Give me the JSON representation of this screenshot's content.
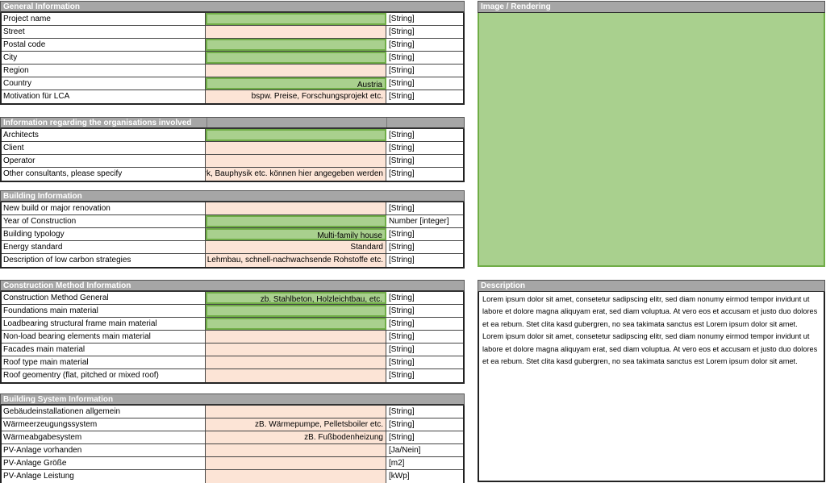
{
  "sections": {
    "general": {
      "title": "General Information",
      "rows": [
        {
          "label": "Project name",
          "value": "",
          "type": "[String]"
        },
        {
          "label": "Street",
          "value": "",
          "type": "[String]"
        },
        {
          "label": "Postal code",
          "value": "",
          "type": "[String]"
        },
        {
          "label": "City",
          "value": "",
          "type": "[String]"
        },
        {
          "label": "Region",
          "value": "",
          "type": "[String]"
        },
        {
          "label": "Country",
          "value": "Austria",
          "type": "[String]"
        },
        {
          "label": "Motivation für LCA",
          "value": "bspw. Preise, Forschungsprojekt etc.",
          "type": "[String]"
        }
      ]
    },
    "organisations": {
      "title": "Information regarding the organisations involved",
      "rows": [
        {
          "label": "Architects",
          "value": "",
          "type": "[String]"
        },
        {
          "label": "Client",
          "value": "",
          "type": "[String]"
        },
        {
          "label": "Operator",
          "value": "",
          "type": "[String]"
        },
        {
          "label": "Other consultants, please specify",
          "value": "z.B. Tragwerk, Bauphysik etc. können hier angegeben werden",
          "type": "[String]"
        }
      ]
    },
    "building": {
      "title": "Building Information",
      "rows": [
        {
          "label": "New build or major renovation",
          "value": "",
          "type": "[String]"
        },
        {
          "label": "Year of Construction",
          "value": "",
          "type": "Number [integer]"
        },
        {
          "label": "Building typology",
          "value": "Multi-family house",
          "type": "[String]"
        },
        {
          "label": "Energy standard",
          "value": "Standard",
          "type": "[String]"
        },
        {
          "label": "Description of low carbon strategies",
          "value": "z.B. Holzbau, Lehmbau, schnell-nachwachsende Rohstoffe etc.",
          "type": "[String]"
        }
      ]
    },
    "construction": {
      "title": "Construction Method Information",
      "rows": [
        {
          "label": "Construction Method General",
          "value": "zb. Stahlbeton, Holzleichtbau, etc.",
          "type": "[String]"
        },
        {
          "label": "Foundations main material",
          "value": "",
          "type": "[String]"
        },
        {
          "label": "Loadbearing structural frame main material",
          "value": "",
          "type": "[String]"
        },
        {
          "label": "Non-load bearing elements main material",
          "value": "",
          "type": "[String]"
        },
        {
          "label": "Facades main material",
          "value": "",
          "type": "[String]"
        },
        {
          "label": "Roof type main material",
          "value": "",
          "type": "[String]"
        },
        {
          "label": "Roof geomentry (flat, pitched or mixed roof)",
          "value": "",
          "type": "[String]"
        }
      ]
    },
    "system": {
      "title": "Building System Information",
      "rows": [
        {
          "label": "Gebäudeinstallationen allgemein",
          "value": "",
          "type": "[String]"
        },
        {
          "label": "Wärmeerzeugungssystem",
          "value": "zB. Wärmepumpe, Pelletsboiler etc.",
          "type": "[String]"
        },
        {
          "label": "Wärmeabgabesystem",
          "value": "zB. Fußbodenheizung",
          "type": "[String]"
        },
        {
          "label": "PV-Anlage vorhanden",
          "value": "",
          "type": "[Ja/Nein]"
        },
        {
          "label": "PV-Anlage Größe",
          "value": "",
          "type": "[m2]"
        },
        {
          "label": "PV-Anlage Leistung",
          "value": "",
          "type": "[kWp]"
        }
      ]
    }
  },
  "image_panel": {
    "title": "Image / Rendering"
  },
  "description_panel": {
    "title": "Description",
    "text": "Lorem ipsum dolor sit amet, consetetur sadipscing elitr, sed diam nonumy eirmod tempor invidunt ut labore et dolore magna aliquyam erat, sed diam voluptua. At vero eos et accusam et justo duo dolores et ea rebum. Stet clita kasd gubergren, no sea takimata sanctus est Lorem ipsum dolor sit amet. Lorem ipsum dolor sit amet, consetetur sadipscing elitr, sed diam nonumy eirmod tempor invidunt ut labore et dolore magna aliquyam erat, sed diam voluptua. At vero eos et accusam et justo duo dolores et ea rebum. Stet clita kasd gubergren, no sea takimata sanctus est Lorem ipsum dolor sit amet."
  },
  "colors": {
    "header": "#a6a6a6",
    "green_fill": "#a9d08e",
    "green_border": "#70ad47",
    "peach_fill": "#fce4d6"
  }
}
